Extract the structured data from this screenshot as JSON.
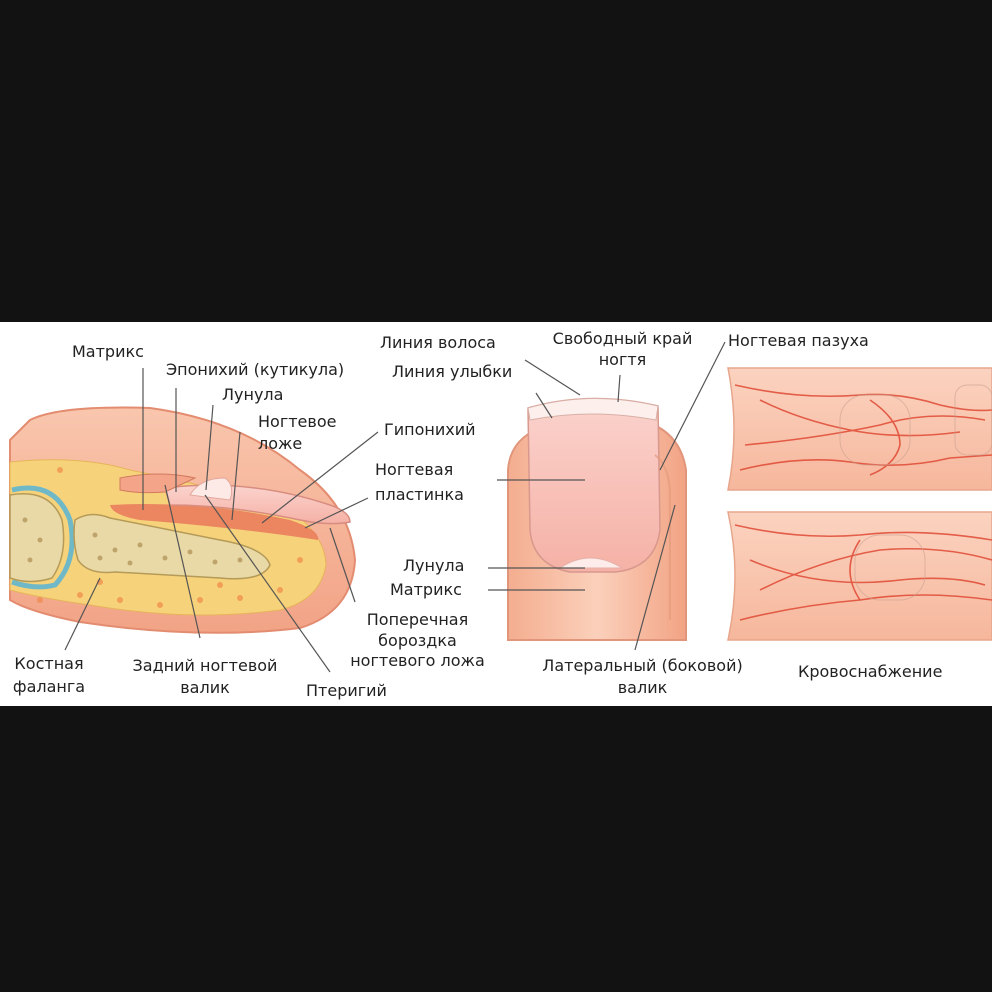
{
  "labels": {
    "matrix_left": "Матрикс",
    "eponychium": "Эпонихий (кутикула)",
    "lunula_left": "Лунула",
    "nail_bed_1": "Ногтевое",
    "nail_bed_2": "ложе",
    "hyponychium": "Гипонихий",
    "nail_plate_1": "Ногтевая",
    "nail_plate_2": "пластинка",
    "bone_1": "Костная",
    "bone_2": "фаланга",
    "rear_fold_1": "Задний ногтевой",
    "rear_fold_2": "валик",
    "pterygium": "Птеригий",
    "groove_1": "Поперечная",
    "groove_2": "бороздка",
    "groove_3": "ногтевого ложа",
    "hair_line": "Линия волоса",
    "smile_line": "Линия улыбки",
    "free_edge_1": "Свободный край",
    "free_edge_2": "ногтя",
    "nail_sinus": "Ногтевая пазуха",
    "lunula_mid": "Лунула",
    "matrix_mid": "Матрикс",
    "lateral_1": "Латеральный (боковой)",
    "lateral_2": "валик",
    "blood_supply": "Кровоснабжение"
  },
  "colors": {
    "background": "#121212",
    "panel": "#ffffff",
    "skin": "#f6b59a",
    "skin_light": "#fcd9c6",
    "nail": "#f9c7c0",
    "fat": "#f6d37a",
    "bone": "#e9d9a6",
    "vessel": "#e04a35",
    "line": "#555555",
    "cartilage": "#6fb8c8"
  }
}
